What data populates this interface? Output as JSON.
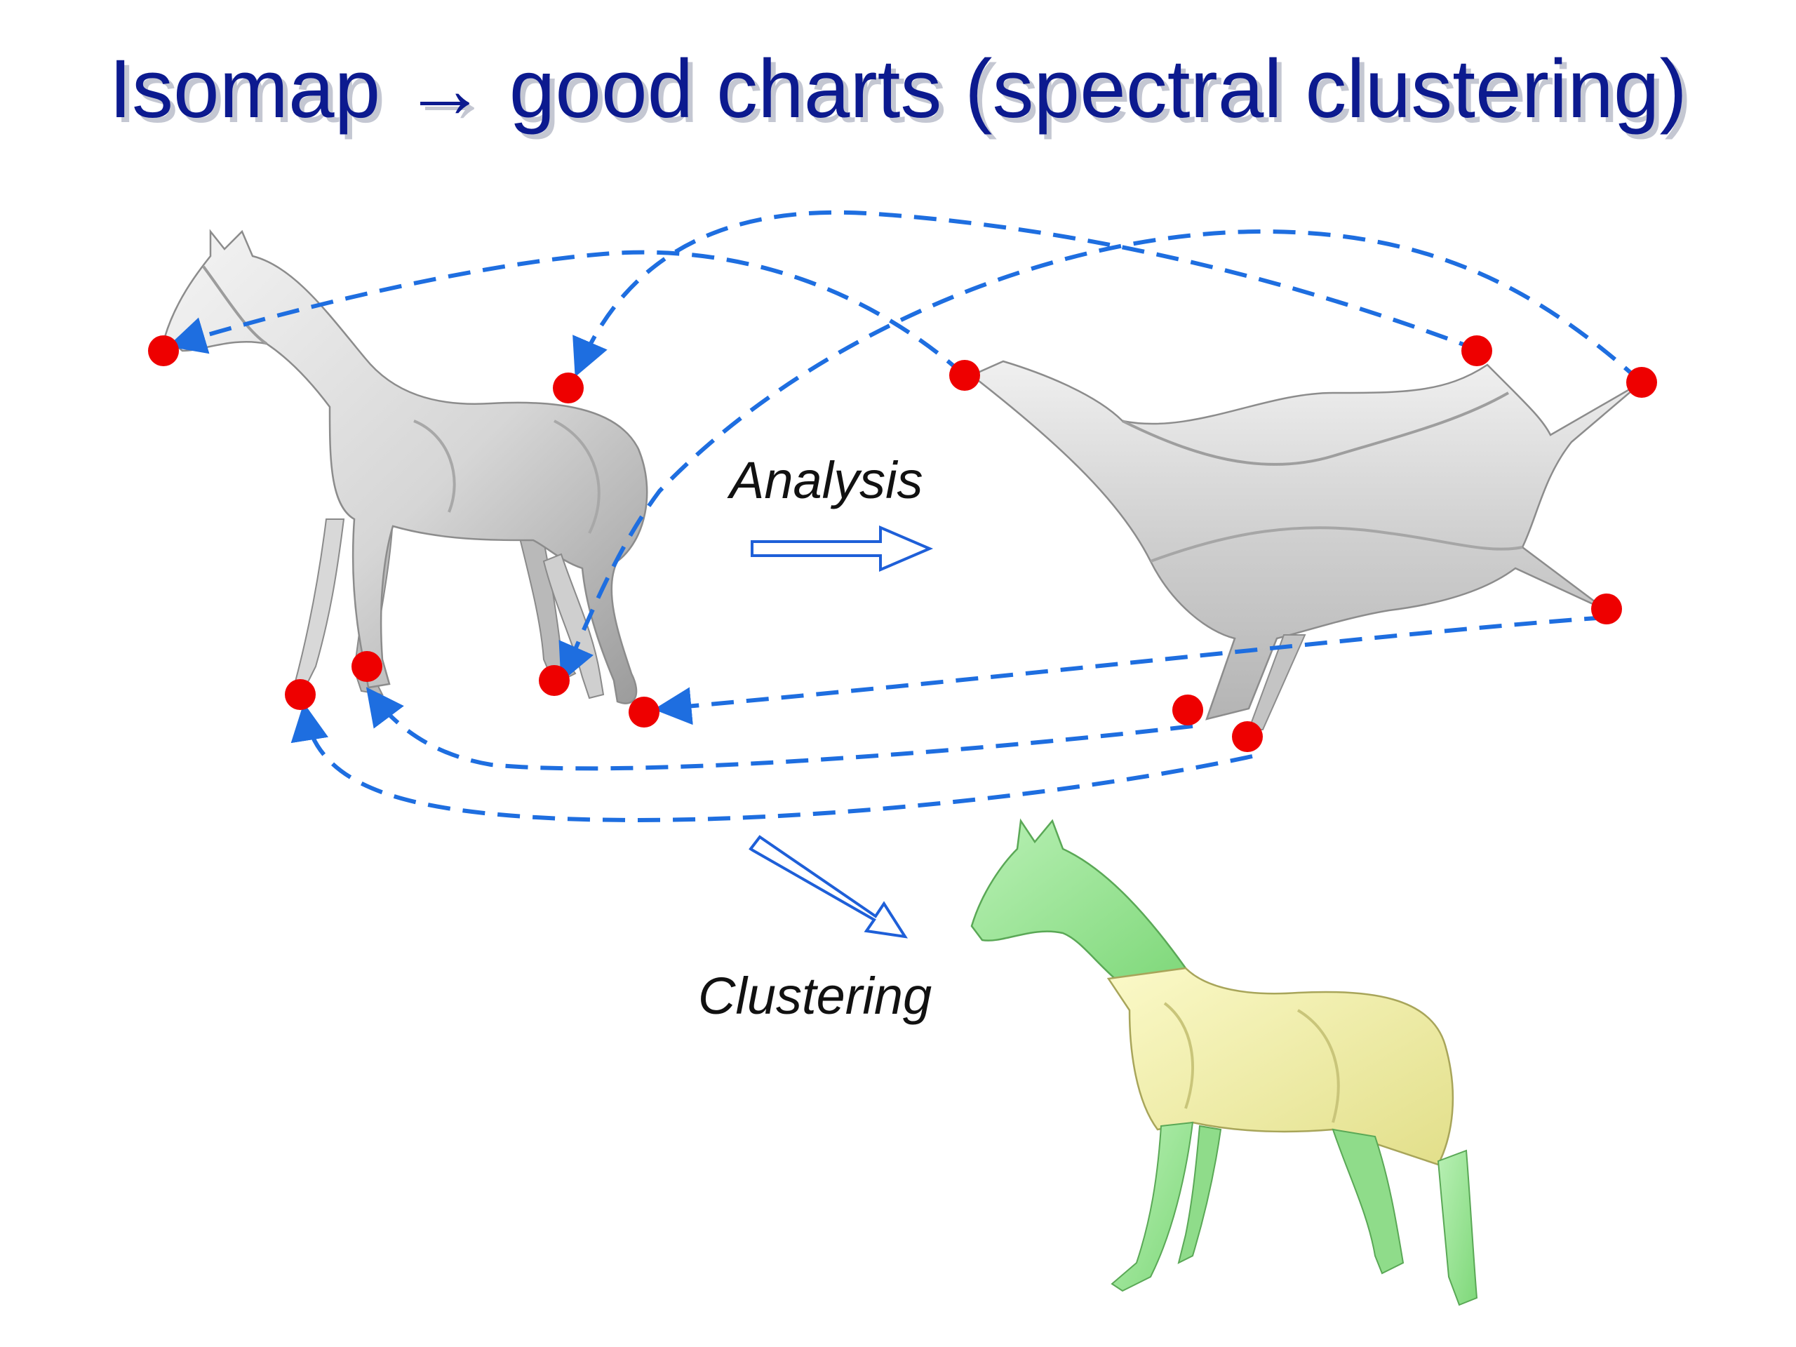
{
  "title": "Isomap → good charts (spectral clustering)",
  "labels": {
    "analysis": "Analysis",
    "clustering": "Clustering"
  },
  "colors": {
    "title": "#0c1a8f",
    "connector": "#1e6ee0",
    "marker": "#ee0000",
    "mesh": "#dcdcdc",
    "cluster_green": "#9ee89a",
    "cluster_yellow": "#f2f0a6",
    "arrow_outline": "#1e5fd8"
  },
  "icons": [
    "horse-mesh",
    "isomap-embedding-mesh",
    "clustered-horse-mesh",
    "hollow-arrow-right",
    "hollow-arrow-down-right"
  ]
}
